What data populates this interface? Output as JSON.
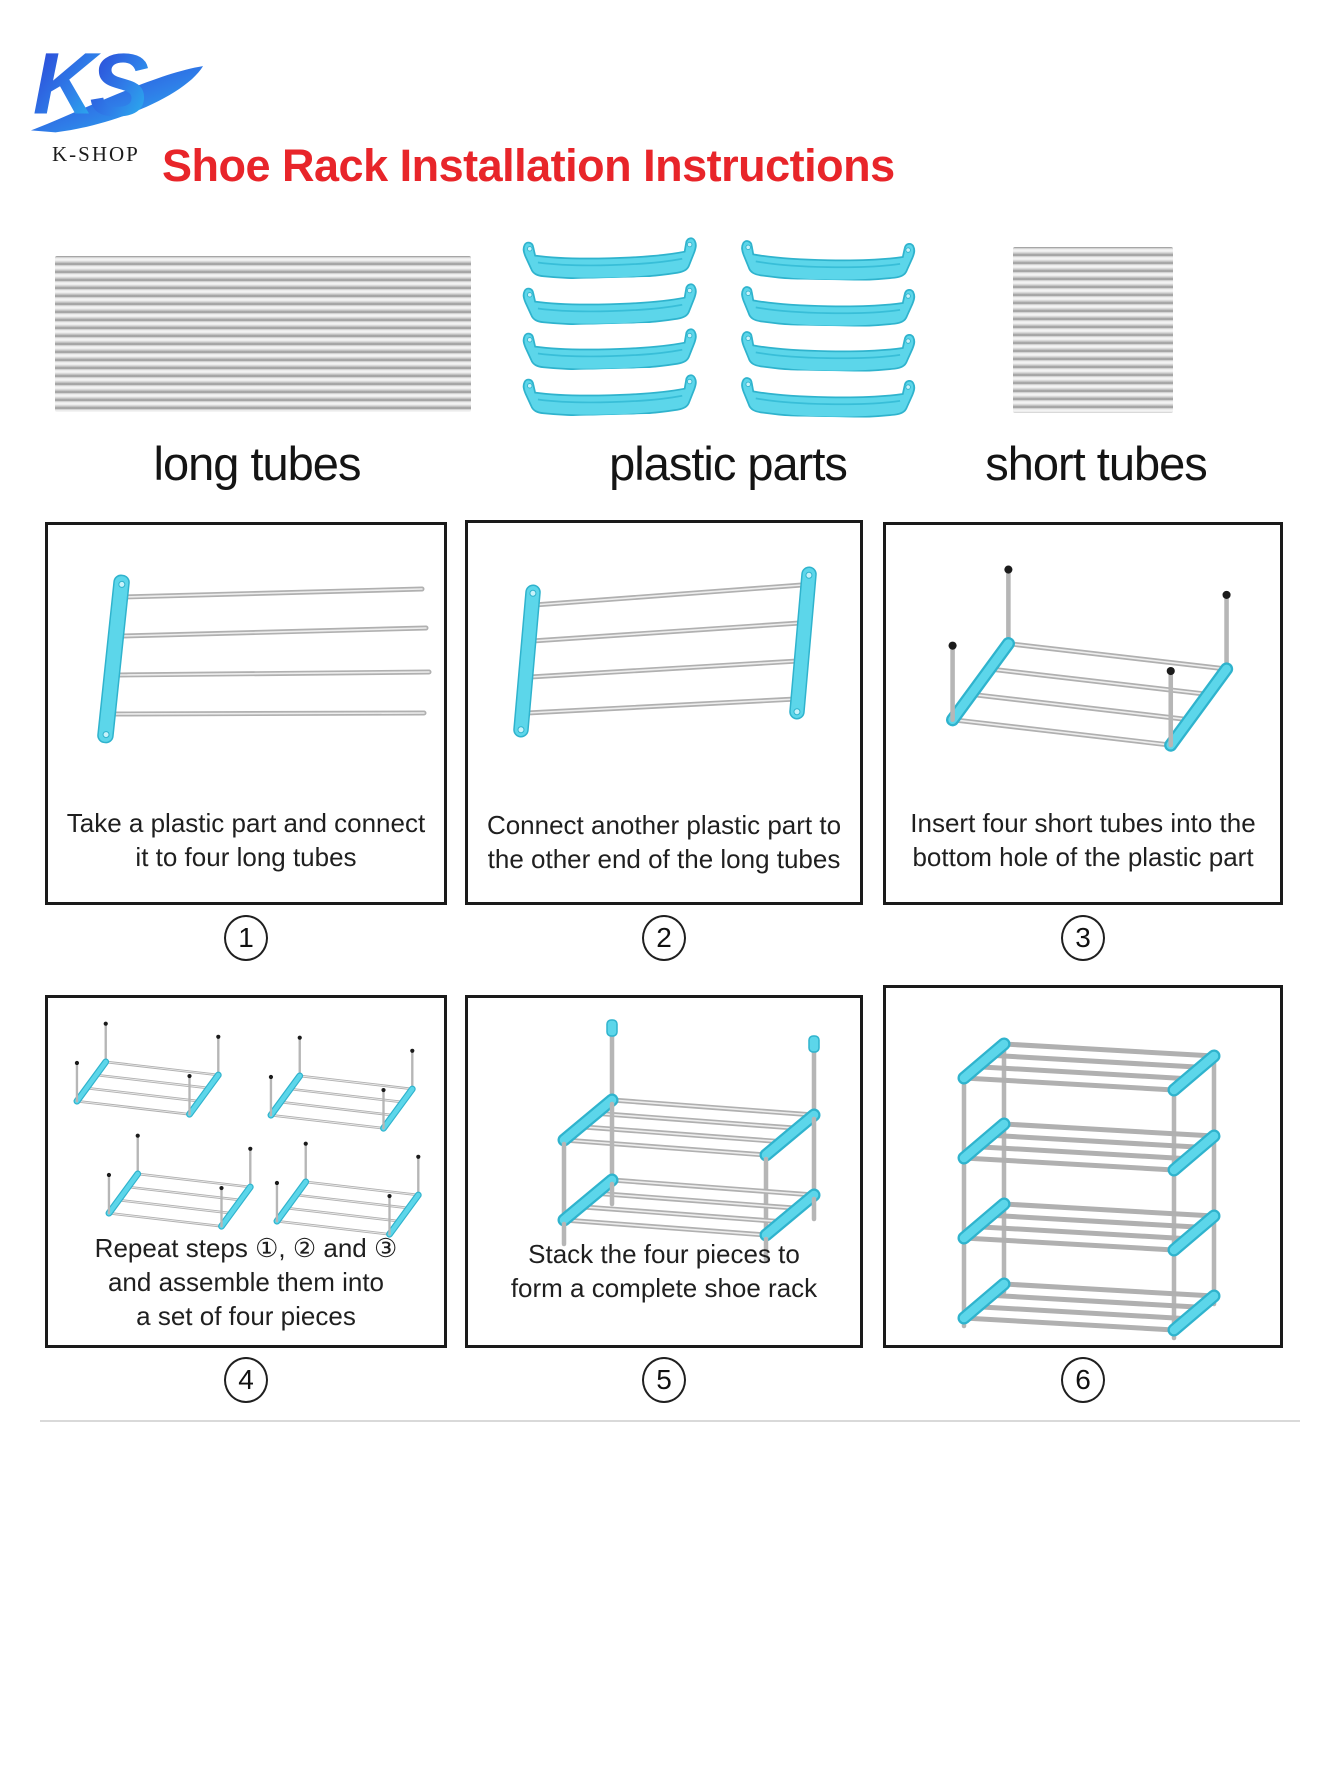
{
  "brand": {
    "monogram": "KS",
    "shop_name": "K-SHOP"
  },
  "title": "Shoe Rack Installation Instructions",
  "parts": {
    "long_tubes": "long tubes",
    "plastic_parts": "plastic parts",
    "short_tubes": "short tubes"
  },
  "steps": [
    {
      "number": "1",
      "lines": [
        "Take a plastic part and connect",
        "it to four long tubes"
      ]
    },
    {
      "number": "2",
      "lines": [
        "Connect another plastic part to",
        "the other end of the long tubes"
      ]
    },
    {
      "number": "3",
      "lines": [
        "Insert four short tubes into the",
        "bottom hole of the plastic part"
      ]
    },
    {
      "number": "4",
      "lines": [
        "Repeat steps ①, ② and ③",
        "and assemble them into",
        "a set of four pieces"
      ]
    },
    {
      "number": "5",
      "lines": [
        "Stack the four pieces to",
        "form a complete shoe rack"
      ]
    },
    {
      "number": "6",
      "lines": []
    }
  ],
  "colors": {
    "title_red": "#e8252a",
    "plastic_cyan": "#5cd6ea",
    "plastic_cyan_dark": "#2fb3cd",
    "tube_gray": "#b0b0b0",
    "logo_blue_dark": "#2b3bd4",
    "logo_blue_light": "#29c0f0"
  }
}
